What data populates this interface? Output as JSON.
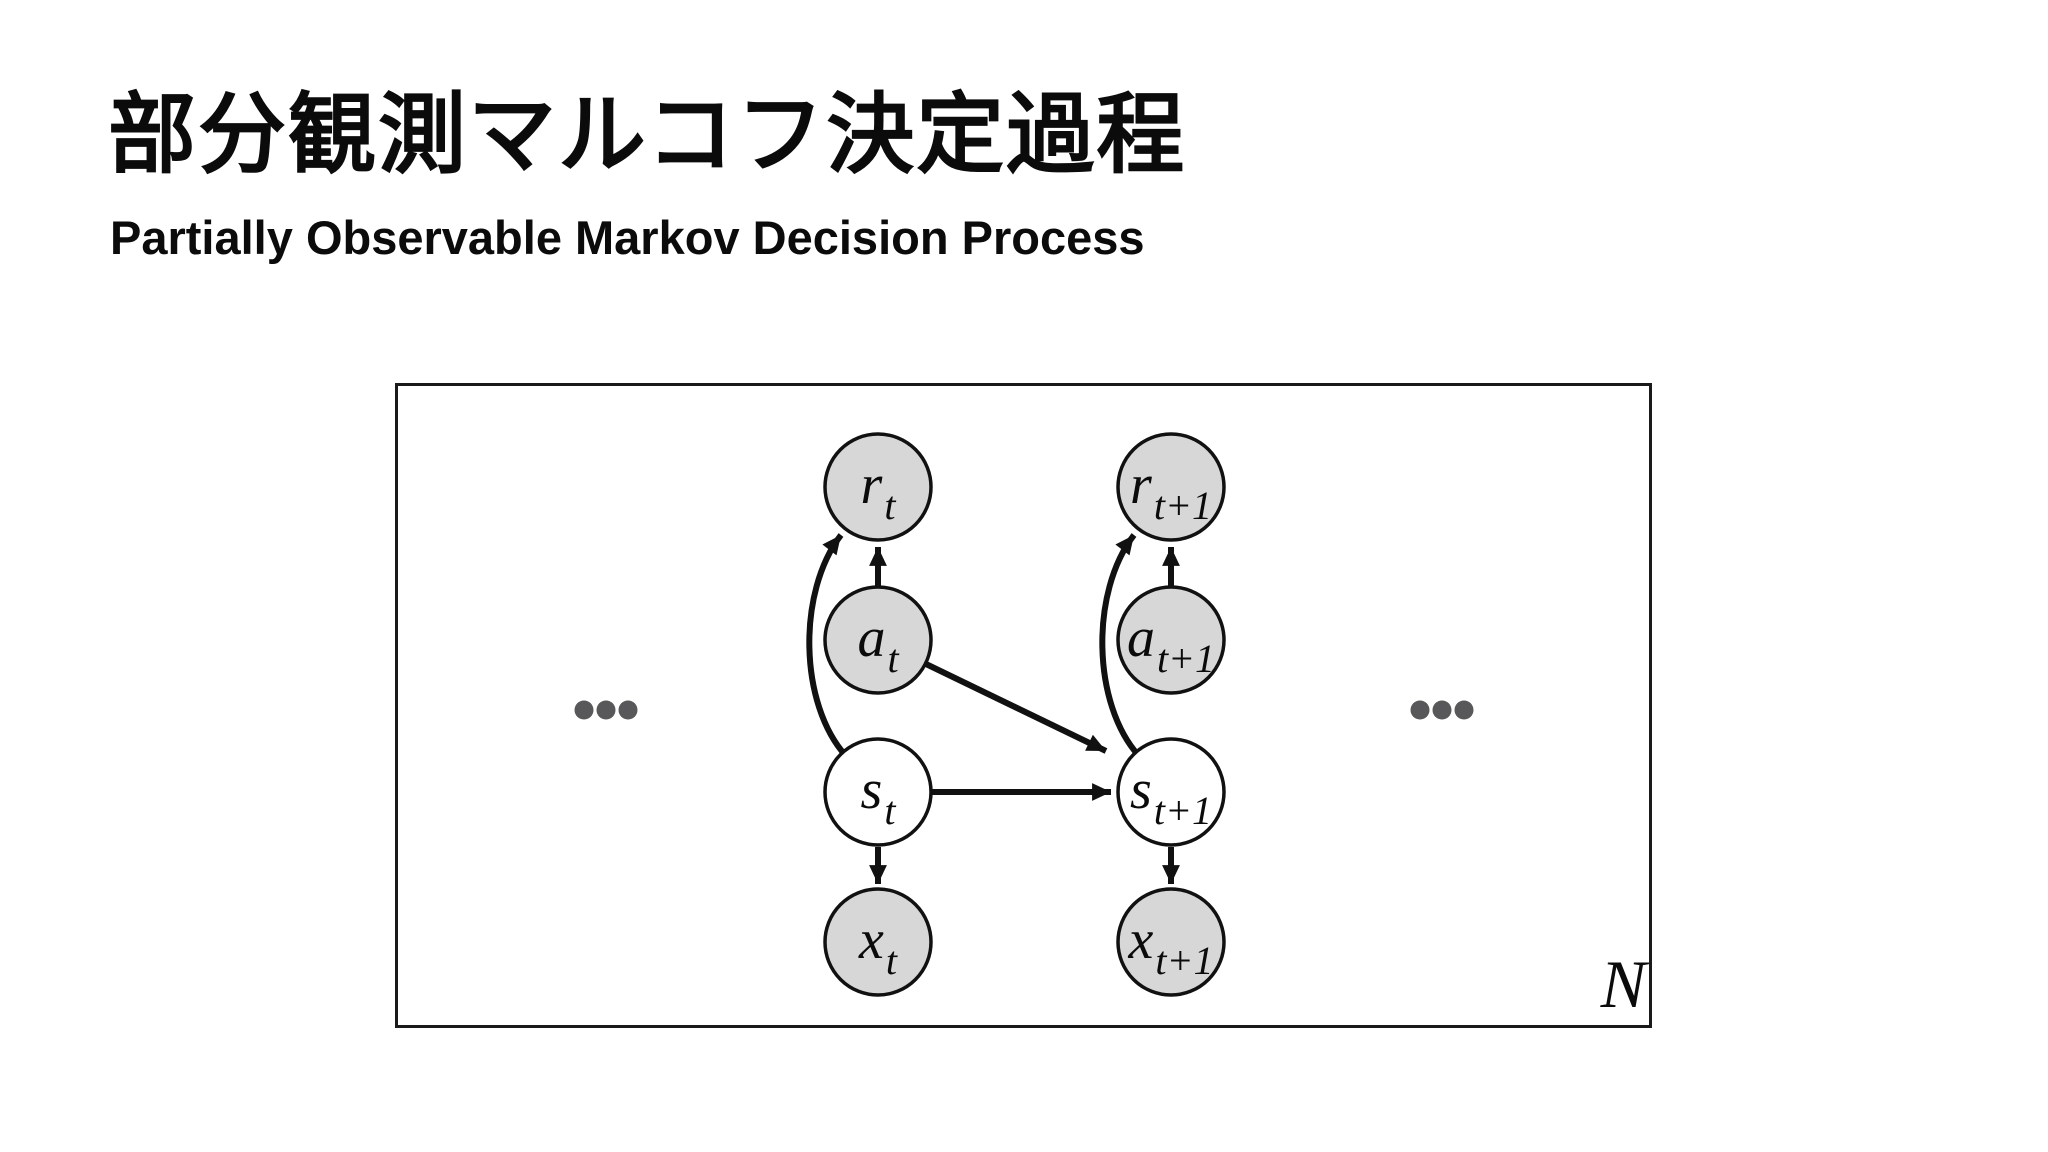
{
  "slide": {
    "title": "部分観測マルコフ決定過程",
    "subtitle": "Partially Observable Markov Decision Process"
  },
  "diagram": {
    "plate_label": "N",
    "nodes": [
      {
        "id": "r_t",
        "base": "r",
        "subscript": "t",
        "shaded": true
      },
      {
        "id": "a_t",
        "base": "a",
        "subscript": "t",
        "shaded": true
      },
      {
        "id": "s_t",
        "base": "s",
        "subscript": "t",
        "shaded": false
      },
      {
        "id": "x_t",
        "base": "x",
        "subscript": "t",
        "shaded": true
      },
      {
        "id": "r_t1",
        "base": "r",
        "subscript": "t+1",
        "shaded": true
      },
      {
        "id": "a_t1",
        "base": "a",
        "subscript": "t+1",
        "shaded": true
      },
      {
        "id": "s_t1",
        "base": "s",
        "subscript": "t+1",
        "shaded": false
      },
      {
        "id": "x_t1",
        "base": "x",
        "subscript": "t+1",
        "shaded": true
      }
    ],
    "edges": [
      {
        "from": "a_t",
        "to": "r_t",
        "style": "straight"
      },
      {
        "from": "s_t",
        "to": "r_t",
        "style": "curved"
      },
      {
        "from": "s_t",
        "to": "x_t",
        "style": "straight"
      },
      {
        "from": "s_t",
        "to": "s_t1",
        "style": "straight"
      },
      {
        "from": "a_t",
        "to": "s_t1",
        "style": "straight"
      },
      {
        "from": "a_t1",
        "to": "r_t1",
        "style": "straight"
      },
      {
        "from": "s_t1",
        "to": "r_t1",
        "style": "curved"
      },
      {
        "from": "s_t1",
        "to": "x_t1",
        "style": "straight"
      }
    ],
    "icons": {
      "ellipsis_left": "ellipsis-dots",
      "ellipsis_right": "ellipsis-dots"
    }
  },
  "colors": {
    "text": "#0b0b0b",
    "node_shaded": "#d7d7d7",
    "node_plain": "#ffffff",
    "node_stroke": "#111111",
    "edge": "#111111",
    "plate_stroke": "#1a1a1a",
    "ellipsis": "#58585a"
  }
}
